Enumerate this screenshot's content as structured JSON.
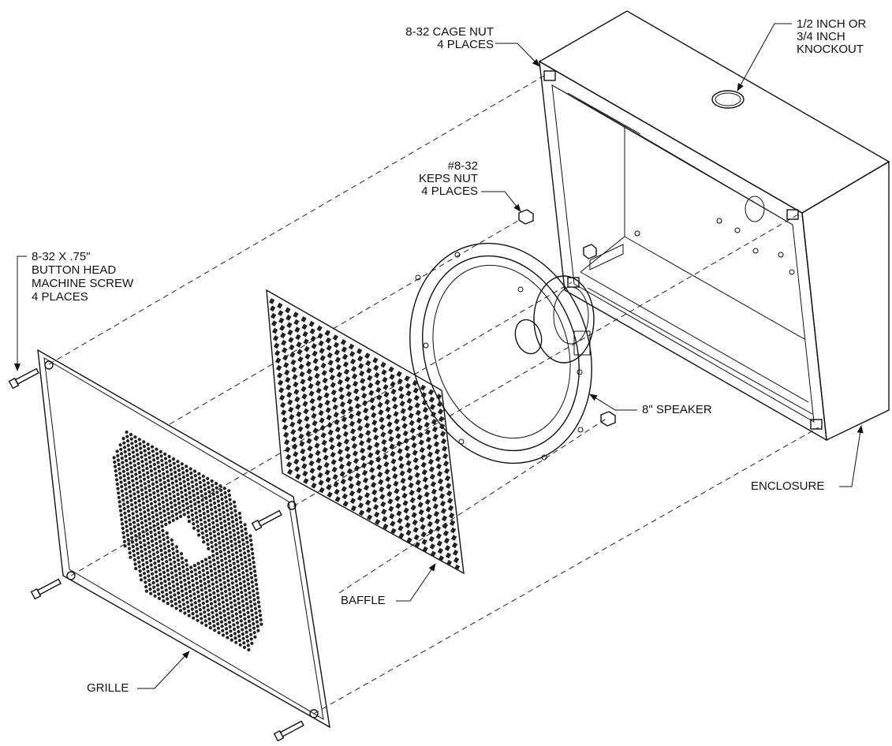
{
  "labels": {
    "cage_nut": [
      "8-32 CAGE NUT",
      "4 PLACES"
    ],
    "knockout": [
      "1/2 INCH OR",
      "3/4 INCH",
      "KNOCKOUT"
    ],
    "keps_nut": [
      "#8-32",
      "KEPS NUT",
      "4 PLACES"
    ],
    "screw": [
      "8-32 X .75\"",
      "BUTTON HEAD",
      "MACHINE SCREW",
      "4 PLACES"
    ],
    "speaker": "8\" SPEAKER",
    "enclosure": "ENCLOSURE",
    "baffle": "BAFFLE",
    "grille": "GRILLE"
  },
  "colors": {
    "line": "#111111",
    "background": "#ffffff"
  }
}
